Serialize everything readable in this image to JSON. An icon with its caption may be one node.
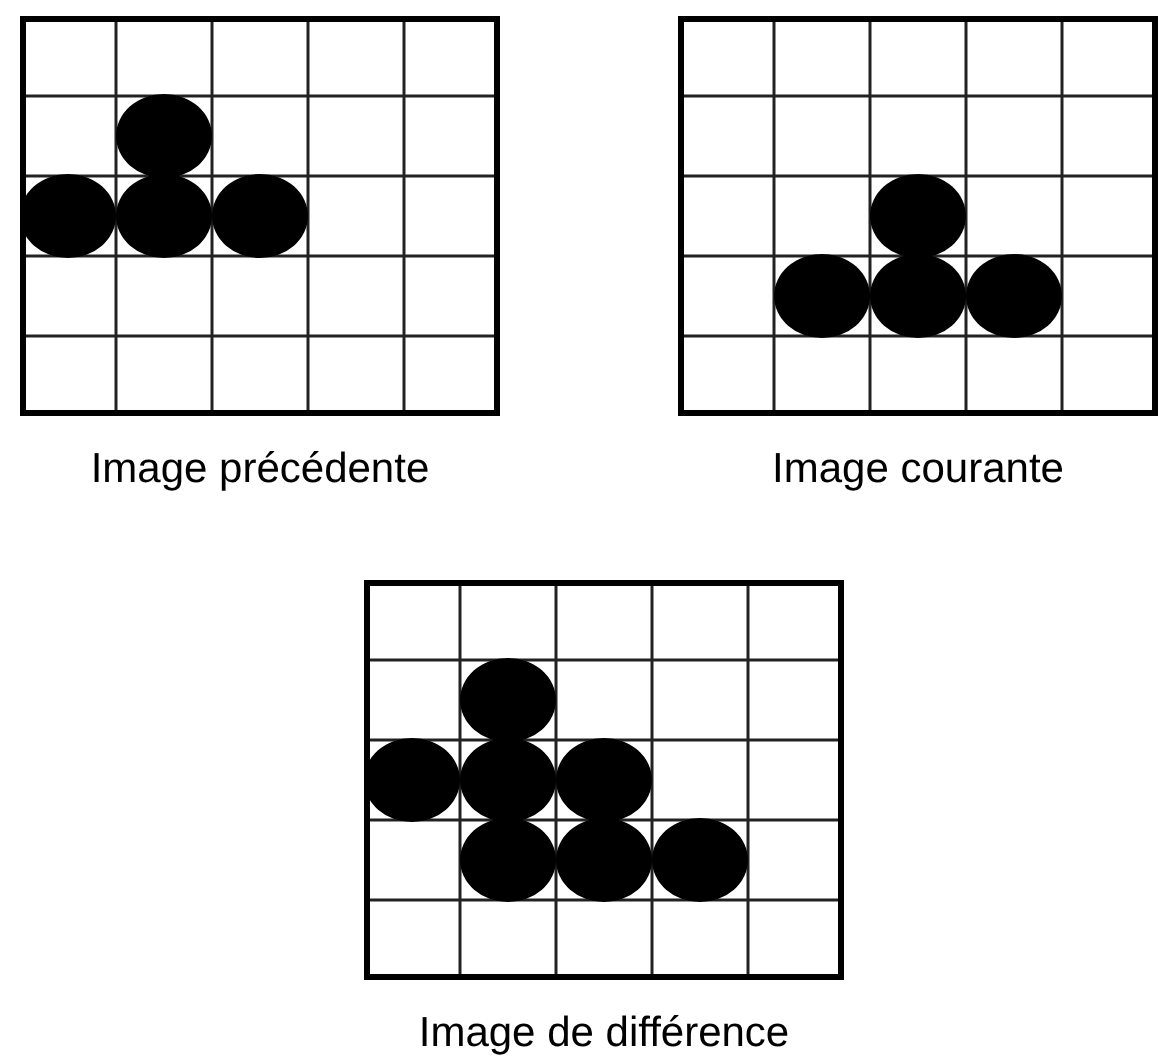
{
  "diagram": {
    "nodes": [
      {
        "text": [
          "Image précédente"
        ]
      },
      {
        "text": [
          "Image courante"
        ]
      },
      {
        "text": [
          "Image de différence"
        ]
      }
    ]
  }
}
